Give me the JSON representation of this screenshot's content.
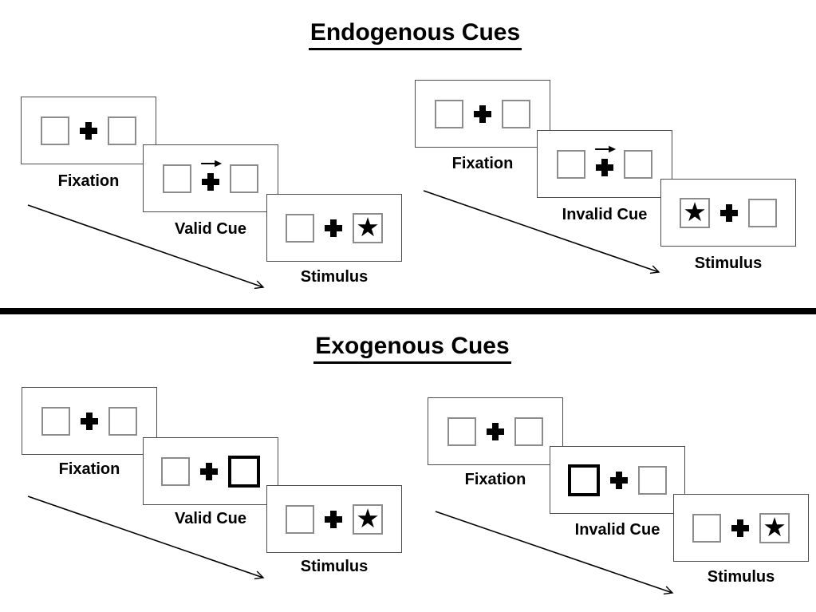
{
  "symbols": {
    "star": "★"
  },
  "colors": {
    "background": "#ffffff",
    "ink": "#000000",
    "card_border": "#4d4d4d",
    "box_border": "#8c8c8c",
    "bold_cue_border": "#000000"
  },
  "sections": [
    {
      "title": "Endogenous Cues",
      "panels": [
        {
          "name": "valid",
          "cue_type": "central-arrow-right",
          "stimulus_side": "right",
          "cards": [
            {
              "label": "Fixation"
            },
            {
              "label": "Valid Cue"
            },
            {
              "label": "Stimulus"
            }
          ]
        },
        {
          "name": "invalid",
          "cue_type": "central-arrow-right",
          "stimulus_side": "left",
          "cards": [
            {
              "label": "Fixation"
            },
            {
              "label": "Invalid Cue"
            },
            {
              "label": "Stimulus"
            }
          ]
        }
      ]
    },
    {
      "title": "Exogenous Cues",
      "panels": [
        {
          "name": "valid",
          "cue_type": "bold-box-right",
          "stimulus_side": "right",
          "cards": [
            {
              "label": "Fixation"
            },
            {
              "label": "Valid Cue"
            },
            {
              "label": "Stimulus"
            }
          ]
        },
        {
          "name": "invalid",
          "cue_type": "bold-box-left",
          "stimulus_side": "right",
          "cards": [
            {
              "label": "Fixation"
            },
            {
              "label": "Invalid Cue"
            },
            {
              "label": "Stimulus"
            }
          ]
        }
      ]
    }
  ]
}
